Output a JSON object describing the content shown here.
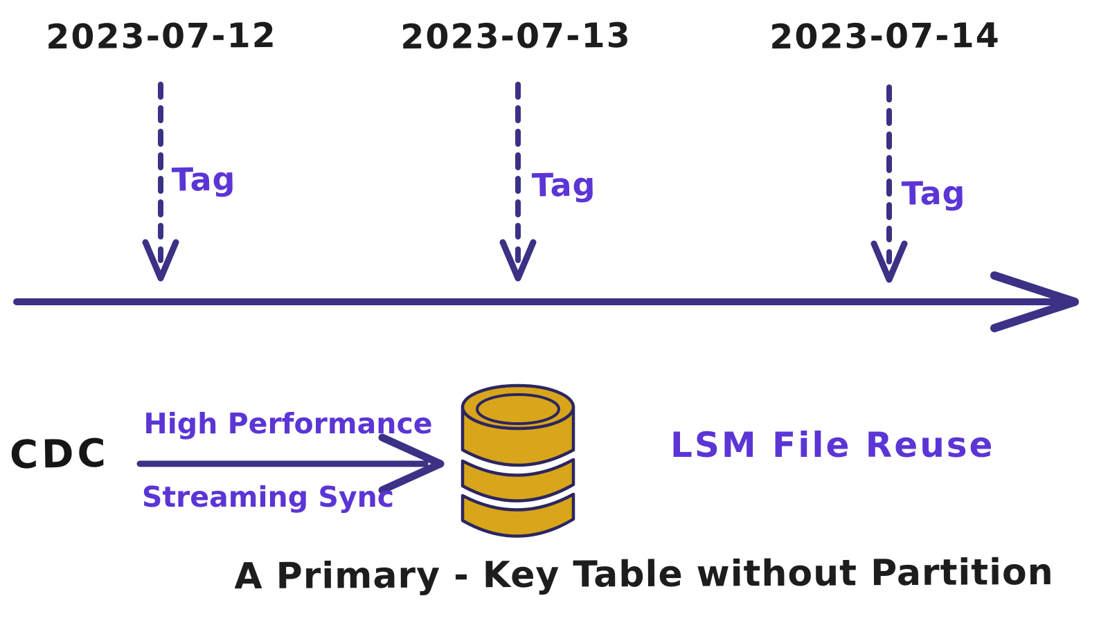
{
  "diagram": {
    "timeline": {
      "events": [
        {
          "date": "2023-07-12",
          "tag": "Tag"
        },
        {
          "date": "2023-07-13",
          "tag": "Tag"
        },
        {
          "date": "2023-07-14",
          "tag": "Tag"
        }
      ]
    },
    "flow": {
      "source_label": "CDC",
      "arrow_label_top": "High Performance",
      "arrow_label_bottom": "Streaming Sync",
      "database_icon": "database-cylinder",
      "result_label": "LSM File Reuse"
    },
    "caption": "A Primary - Key Table without Partition",
    "colors": {
      "ink_black": "#1c1c1c",
      "arrow_indigo": "#3b3185",
      "accent_violet": "#5b35d5",
      "db_gold": "#d8a51b",
      "db_outline": "#2b2660",
      "background": "#ffffff"
    }
  }
}
